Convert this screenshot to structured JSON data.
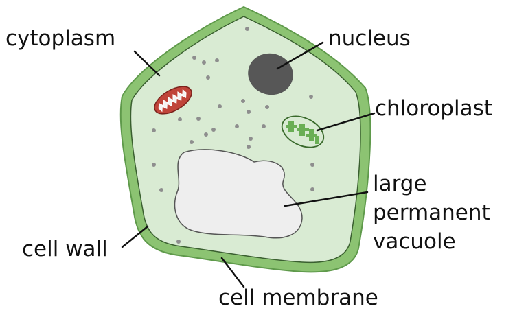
{
  "title": "Plant cell diagram",
  "labels": {
    "cytoplasm": "cytoplasm",
    "nucleus": "nucleus",
    "chloroplast": "chloroplast",
    "vacuole_line1": "large",
    "vacuole_line2": "permanent",
    "vacuole_line3": "vacuole",
    "cell_wall": "cell wall",
    "cell_membrane": "cell membrane"
  },
  "colors": {
    "wall": "#8cc372",
    "cytoplasm": "#d9ebd3",
    "nucleus": "#575757",
    "vacuole": "#eeeeee",
    "mitochondrion": "#c0443a",
    "chloroplast": "#6aae55",
    "dots": "#8e8e8e"
  }
}
